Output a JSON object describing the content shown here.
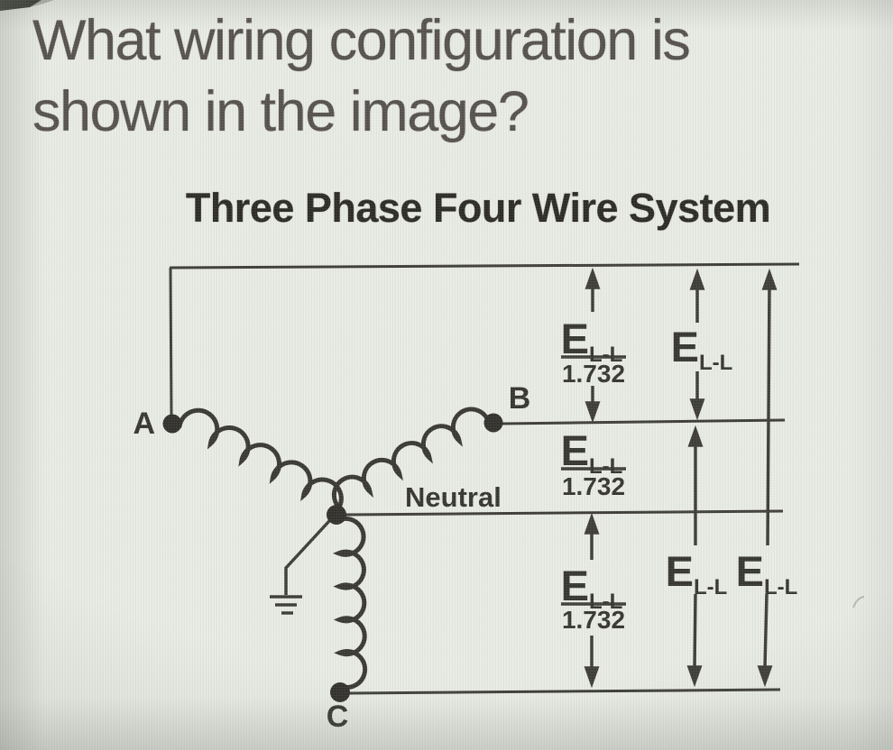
{
  "question": {
    "line1": "What wiring configuration is",
    "line2": "shown in the image?"
  },
  "diagram": {
    "title": "Three Phase Four Wire System",
    "phase_labels": {
      "a": "A",
      "b": "B",
      "c": "C"
    },
    "neutral_label": "Neutral",
    "voltage": {
      "symbol": "E",
      "subscript": "L-L",
      "divisor": "1.732"
    },
    "annotations": [
      {
        "between": "phase-A line and phase-B line",
        "text": "E L-L / 1.732",
        "arrows": "double"
      },
      {
        "between": "phase-A line and phase-B line",
        "text": "E L-L",
        "arrows": "double"
      },
      {
        "between": "phase-B line and neutral line",
        "text": "E L-L / 1.732",
        "arrows": "none"
      },
      {
        "between": "neutral line and phase-C line",
        "text": "E L-L / 1.732",
        "arrows": "double"
      },
      {
        "between": "phase-B line and phase-C line",
        "text": "E L-L",
        "arrows": "double"
      },
      {
        "between": "phase-A line and phase-C line",
        "text": "E L-L",
        "arrows": "double"
      }
    ],
    "colors": {
      "background": "#e9ebe5",
      "ink": "#2b2925",
      "question_text": "#46403c",
      "title_text": "#17150f"
    }
  }
}
